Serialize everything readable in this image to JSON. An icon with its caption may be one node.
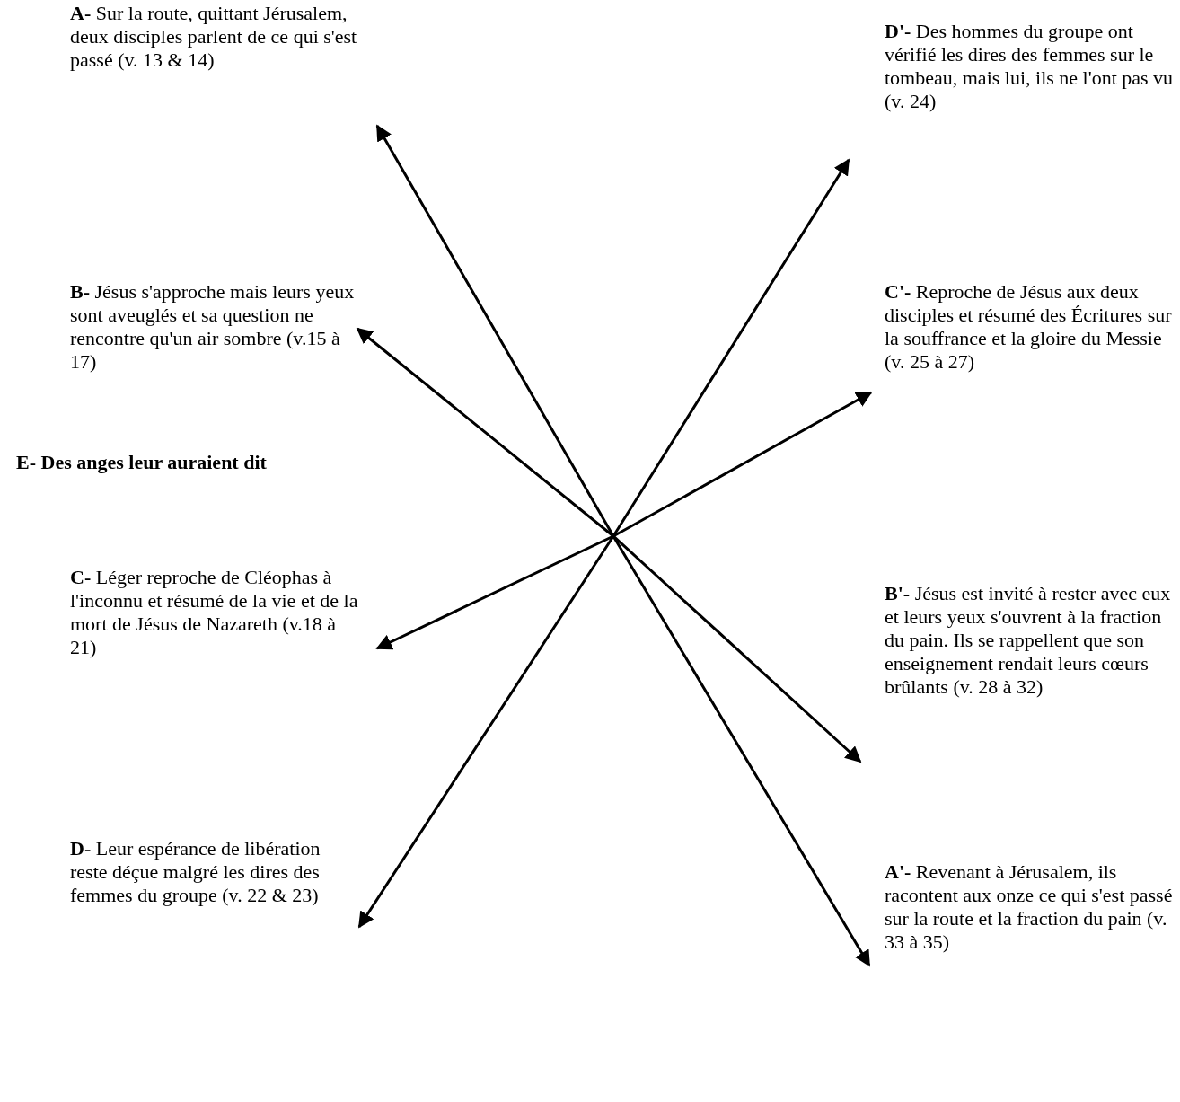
{
  "diagram": {
    "nodes": [
      {
        "text": [
          "**A-** Sur la route, quittant Jérusalem, deux disciples parlent de ce qui s'est passé (v. 13 & 14)"
        ]
      },
      {
        "text": [
          "**B-** Jésus s'approche mais leurs yeux sont aveuglés et sa question ne rencontre qu'un air sombre (v.15 à 17)"
        ]
      },
      {
        "text": [
          "**C-** Léger reproche de Cléophas à l'inconnu et résumé de la vie et de la mort de Jésus de Nazareth (v.18 à 21)"
        ]
      },
      {
        "text": [
          "**D-** Leur espérance de libération reste déçue malgré les dires des femmes du groupe (v. 22 & 23)"
        ]
      },
      {
        "text": [
          "**D'-** Des hommes du groupe ont vérifié les dires des femmes sur le tombeau, mais lui, ils ne l'ont pas vu (v. 24)"
        ]
      },
      {
        "text": [
          "**C'-** Reproche de Jésus aux deux disciples et résumé des Écritures sur la souffrance et la gloire du Messie (v. 25 à 27)"
        ]
      },
      {
        "text": [
          "**B'-** Jésus est invité à rester avec eux et leurs yeux s'ouvrent à la fraction du pain. Ils se rappellent que son enseignement rendait leurs cœurs brûlants (v. 28 à 32)"
        ]
      },
      {
        "text": [
          "**A'-** Revenant à Jérusalem, ils racontent aux onze ce qui s'est passé sur la route et la fraction du pain (v. 33 à 35)"
        ]
      }
    ],
    "edges": [
      {
        "from": 0,
        "to": 7,
        "arrow": "both"
      },
      {
        "from": 1,
        "to": 6,
        "arrow": "both"
      },
      {
        "from": 2,
        "to": 5,
        "arrow": "both"
      },
      {
        "from": 3,
        "to": 4,
        "arrow": "both"
      }
    ],
    "labels": [
      "E- Des anges leur auraient dit"
    ]
  }
}
